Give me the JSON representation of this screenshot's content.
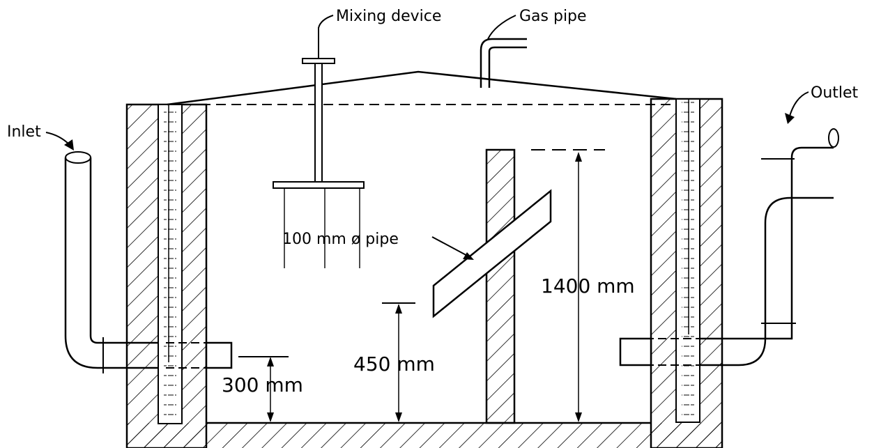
{
  "labels": {
    "mixing_device": "Mixing device",
    "gas_pipe": "Gas pipe",
    "outlet": "Outlet",
    "inlet": "Inlet",
    "pipe_100": "100 mm ø pipe",
    "dim_1400": "1400 mm",
    "dim_450": "450 mm",
    "dim_300": "300 mm"
  },
  "colors": {
    "line": "#000000",
    "background": "#ffffff"
  }
}
